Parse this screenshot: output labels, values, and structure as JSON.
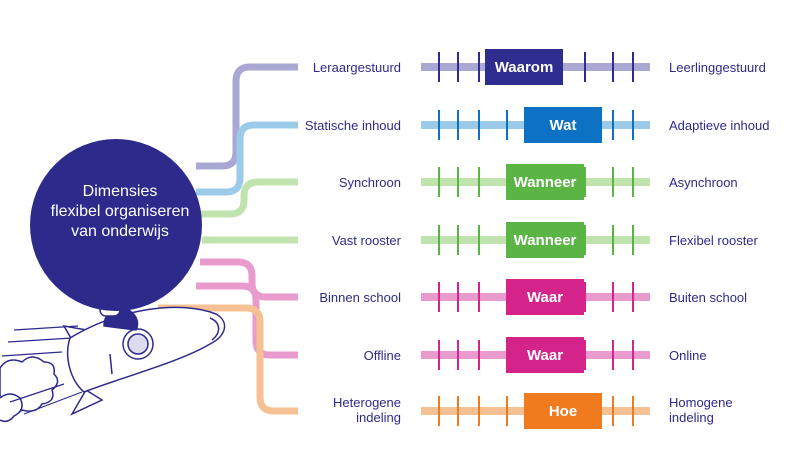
{
  "title": "Dimensies flexibel organiseren van onderwijs",
  "title_lines": [
    "Dimensies",
    "flexibel organiseren",
    "van onderwijs"
  ],
  "colors": {
    "navy": "#2d2a8c",
    "lavender": "#9b9bcc",
    "sky": "#5aa9dc",
    "green": "#b4dc9e",
    "pink": "#e089c8",
    "peach": "#f5b98a"
  },
  "rows": [
    {
      "left": "Leraargestuurd",
      "right": "Leerlinggestuurd",
      "box": "Waarom",
      "box_color": "#2e2d8f",
      "line_color": "#a9a8d2",
      "position": 0.45
    },
    {
      "left": "Statische inhoud",
      "right": "Adaptieve inhoud",
      "box": "Wat",
      "box_color": "#0e72c4",
      "line_color": "#9ccbea",
      "position": 0.62
    },
    {
      "left": "Synchroon",
      "right": "Asynchroon",
      "box": "Wanneer",
      "box_color": "#5ab545",
      "line_color": "#c1e3ad",
      "position": 0.54
    },
    {
      "left": "Vast rooster",
      "right": "Flexibel rooster",
      "box": "Wanneer",
      "box_color": "#5ab545",
      "line_color": "#c1e3ad",
      "position": 0.54
    },
    {
      "left": "Binnen school",
      "right": "Buiten school",
      "box": "Waar",
      "box_color": "#d4248c",
      "line_color": "#e99bce",
      "position": 0.54
    },
    {
      "left": "Offline",
      "right": "Online",
      "box": "Waar",
      "box_color": "#d4248c",
      "line_color": "#e99bce",
      "position": 0.54
    },
    {
      "left": "Heterogene indeling",
      "right": "Homogene indeling",
      "box": "Hoe",
      "box_color": "#f07a1e",
      "line_color": "#f6c192",
      "position": 0.62
    }
  ],
  "illustration": {
    "icons": [
      "girl-with-telescope-icon",
      "rocket-icon",
      "smoke-cloud-icon"
    ]
  }
}
